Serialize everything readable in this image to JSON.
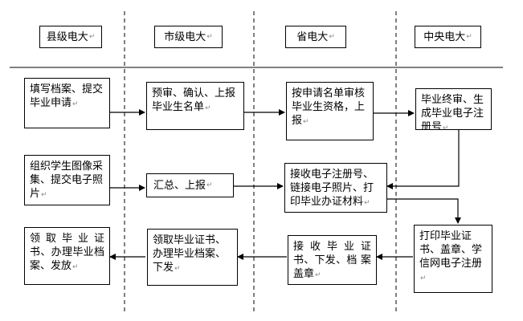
{
  "headers": {
    "county": "县级电大",
    "city": "市级电大",
    "province": "省电大",
    "central": "中央电大"
  },
  "steps": {
    "county_apply": "填写档案、提交毕业申请",
    "city_review": "预审、确认、上报毕业生名单",
    "province_review": "按申请名单审核毕业生资格，上报",
    "central_register": "毕业终审、生成毕业电子注册号",
    "county_photo": "组织学生图像采集、提交电子照片",
    "city_summary": "汇总、上报",
    "province_receive_number": "接收电子注册号、链接电子照片、打印毕业办证材料",
    "central_print": "打印毕业证书、盖章、学信网电子注册",
    "province_receive_cert": "接 收 毕 业 证 书、下发、档 案盖章",
    "city_receive": "领取毕业证书、办理毕业档案、下发",
    "county_receive": "领 取 毕 业 证 书、办理毕业档案、发放"
  },
  "para_mark": "↵"
}
